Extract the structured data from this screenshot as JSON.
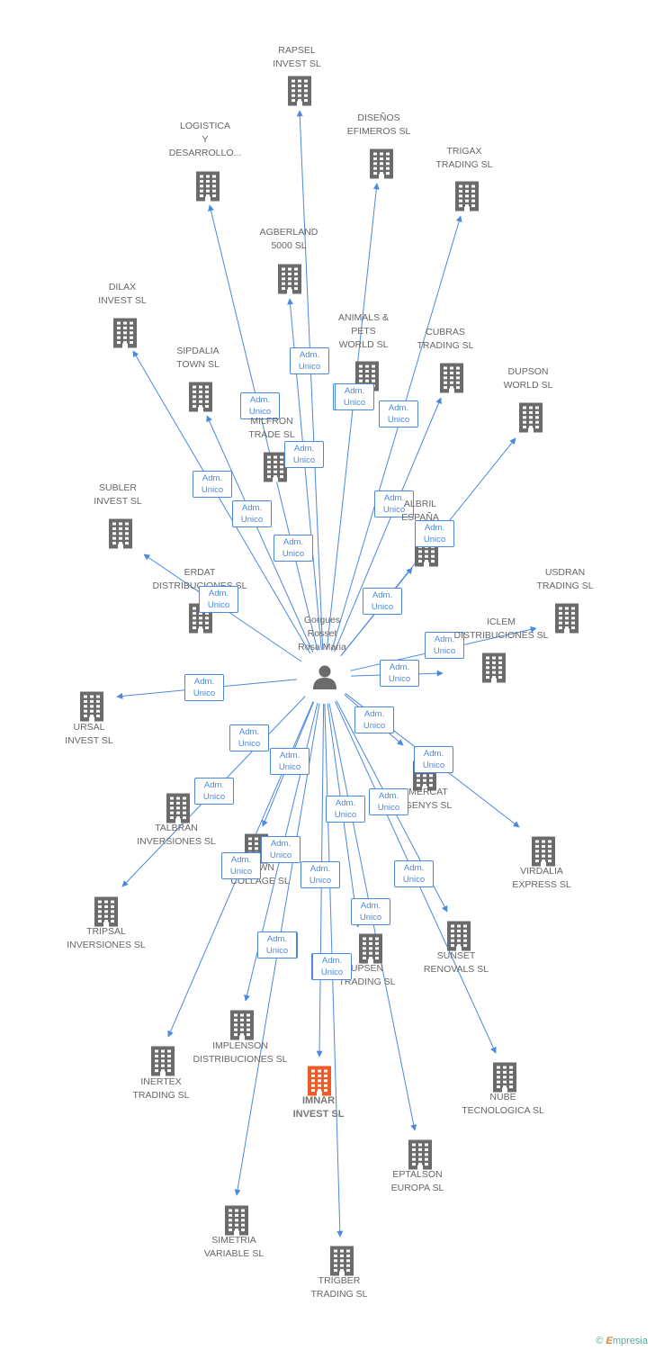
{
  "colors": {
    "edge": "#4a89dc",
    "node": "#6b6b6b",
    "focus": "#f05a28",
    "text": "#666666"
  },
  "center": {
    "name": "Gorgues\nRosset\nRosa Maria",
    "icon": "person-icon"
  },
  "badge_text": "Adm.\nUnico",
  "companies": [
    {
      "id": "rapsel",
      "name": "RAPSEL\nINVEST SL"
    },
    {
      "id": "disenos",
      "name": "DISEÑOS\nEFIMEROS SL"
    },
    {
      "id": "logistica",
      "name": "LOGISTICA\nY\nDESARROLLO..."
    },
    {
      "id": "trigax",
      "name": "TRIGAX\nTRADING SL"
    },
    {
      "id": "agberland",
      "name": "AGBERLAND\n5000 SL"
    },
    {
      "id": "dilax",
      "name": "DILAX\nINVEST SL"
    },
    {
      "id": "animals",
      "name": "ANIMALS &\nPETS\nWORLD SL"
    },
    {
      "id": "cubras",
      "name": "CUBRAS\nTRADING SL"
    },
    {
      "id": "sipdalia",
      "name": "SIPDALIA\nTOWN SL"
    },
    {
      "id": "dupson",
      "name": "DUPSON\nWORLD SL"
    },
    {
      "id": "milfron",
      "name": "MILFRON\nTRADE SL"
    },
    {
      "id": "subler",
      "name": "SUBLER\nINVEST SL"
    },
    {
      "id": "albril",
      "name": "ALBRIL\nESPAÑA"
    },
    {
      "id": "erdat",
      "name": "ERDAT\nDISTRIBUCIONES SL"
    },
    {
      "id": "usdran",
      "name": "USDRAN\nTRADING SL"
    },
    {
      "id": "iclem",
      "name": "ICLEM\nDISTRIBUCIONES SL"
    },
    {
      "id": "ursal",
      "name": "URSAL\nINVEST SL"
    },
    {
      "id": "talbran",
      "name": "TALBRAN\nINVERSIONES SL"
    },
    {
      "id": "mercat",
      "name": "MERCAT\nGENYS SL"
    },
    {
      "id": "virdalia",
      "name": "VIRDALIA\nEXPRESS SL"
    },
    {
      "id": "town",
      "name": "TOWN\nCOLLAGE SL"
    },
    {
      "id": "tripsal",
      "name": "TRIPSAL\nINVERSIONES SL"
    },
    {
      "id": "sunset",
      "name": "SUNSET\nRENOVALS SL"
    },
    {
      "id": "upsen",
      "name": "UPSEN\nTRADING SL"
    },
    {
      "id": "implenson",
      "name": "IMPLENSON\nDISTRIBUCIONES SL"
    },
    {
      "id": "inertex",
      "name": "INERTEX\nTRADING SL"
    },
    {
      "id": "imnar",
      "name": "IMNAR\nINVEST SL",
      "focus": true
    },
    {
      "id": "nube",
      "name": "NUBE\nTECNOLOGICA SL"
    },
    {
      "id": "eptalson",
      "name": "EPTALSON\nEUROPA SL"
    },
    {
      "id": "simetria",
      "name": "SIMETRIA\nVARIABLE SL"
    },
    {
      "id": "trigber",
      "name": "TRIGBER\nTRADING SL"
    }
  ],
  "credit": {
    "symbol": "©",
    "brand_initial": "E",
    "brand_rest": "mpresia"
  }
}
